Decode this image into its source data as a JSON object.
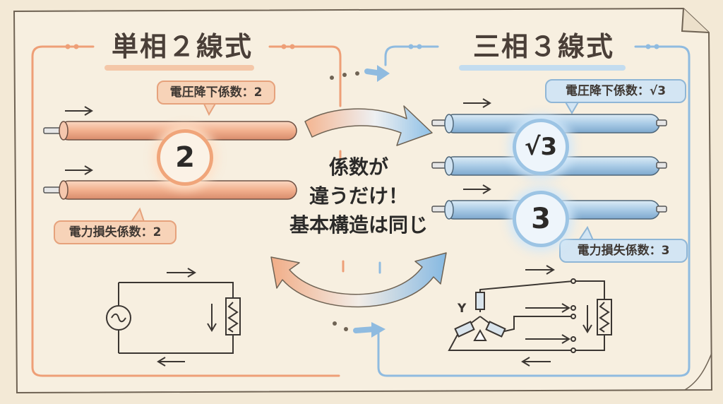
{
  "left": {
    "title": "単相２線式",
    "voltage_drop_label": "電圧降下係数：2",
    "power_loss_label": "電力損失係数：2",
    "coefficient": "2"
  },
  "right": {
    "title": "三相３線式",
    "voltage_drop_label": "電圧降下係数：√3",
    "power_loss_label": "電力損失係数：3",
    "coefficient_voltage": "√3",
    "coefficient_power": "3",
    "y_label": "Y"
  },
  "center": {
    "line1": "係数が",
    "line2": "違うだけ！",
    "line3": "基本構造は同じ"
  },
  "colors": {
    "orange_accent": "#ee9f77",
    "blue_accent": "#8fbbe0",
    "paper": "#f3e9d6"
  }
}
